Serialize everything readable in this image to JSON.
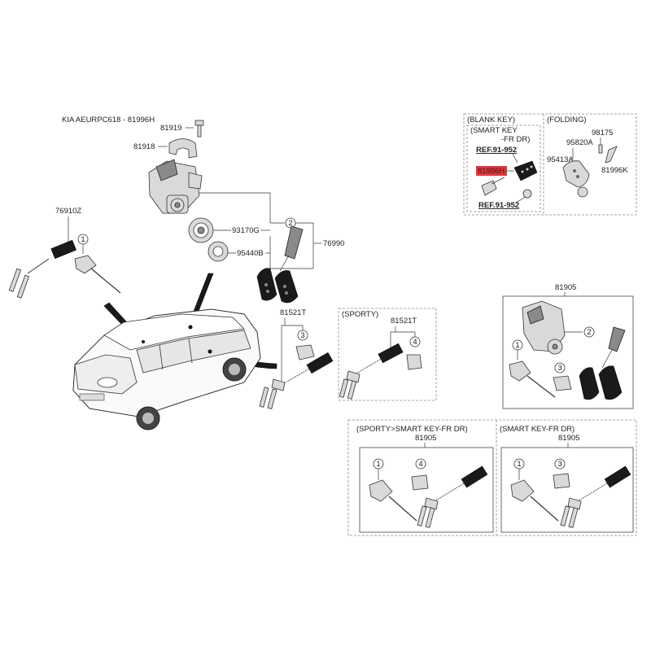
{
  "header": {
    "title": "KIA AEURPC618 - 81996H"
  },
  "labels": {
    "p81919": "81919",
    "p81918": "81918",
    "p76910z": "76910Z",
    "p93170g": "93170G",
    "p95440b": "95440B",
    "p76990": "76990",
    "p81521t": "81521T",
    "p81521t_sporty": "81521T",
    "p81905_top": "81905",
    "p81905_sporty_smart": "81905",
    "p81905_smart": "81905",
    "p98175": "98175",
    "p95820a": "95820A",
    "p95413a": "95413A",
    "p81996k": "81996K",
    "p81996h": "81996H",
    "sporty": "(SPORTY)",
    "blank_key": "(BLANK KEY)",
    "folding": "(FOLDING)",
    "smart_key_line1": "(SMART KEY",
    "smart_key_line2": "-FR DR)",
    "ref_top": "REF.91-952",
    "ref_bottom": "REF.91-952",
    "sporty_smart_key": "(SPORTY>SMART KEY-FR DR)",
    "smart_key_fr_dr": "(SMART KEY-FR DR)"
  },
  "callouts": {
    "c1": "1",
    "c2": "2",
    "c3": "3",
    "c4": "4"
  },
  "colors": {
    "highlight": "#e8343c",
    "line": "#333333"
  }
}
